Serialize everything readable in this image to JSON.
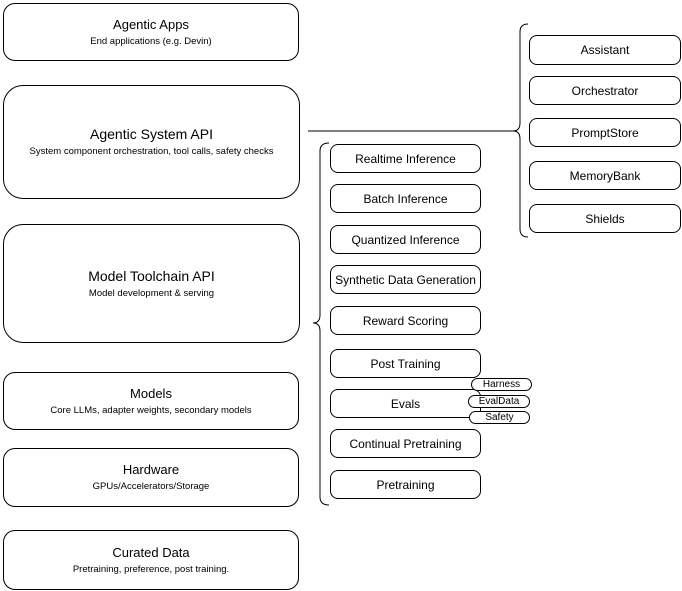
{
  "left_stack": [
    {
      "title": "Agentic Apps",
      "subtitle": "End applications (e.g. Devin)"
    },
    {
      "title": "Agentic System API",
      "subtitle": "System component orchestration, tool calls, safety checks"
    },
    {
      "title": "Model Toolchain API",
      "subtitle": "Model development & serving"
    },
    {
      "title": "Models",
      "subtitle": "Core LLMs, adapter weights, secondary models"
    },
    {
      "title": "Hardware",
      "subtitle": "GPUs/Accelerators/Storage"
    },
    {
      "title": "Curated Data",
      "subtitle": "Pretraining, preference, post training."
    }
  ],
  "toolchain": {
    "items": [
      "Realtime Inference",
      "Batch Inference",
      "Quantized Inference",
      "Synthetic Data Generation",
      "Reward Scoring",
      "Post Training",
      "Evals",
      "Continual Pretraining",
      "Pretraining"
    ]
  },
  "eval_tags": [
    "Harness",
    "EvalData",
    "Safety"
  ],
  "components": [
    "Assistant",
    "Orchestrator",
    "PromptStore",
    "MemoryBank",
    "Shields"
  ],
  "colors": {
    "stroke": "#000000",
    "background": "#ffffff",
    "text": "#000000"
  }
}
